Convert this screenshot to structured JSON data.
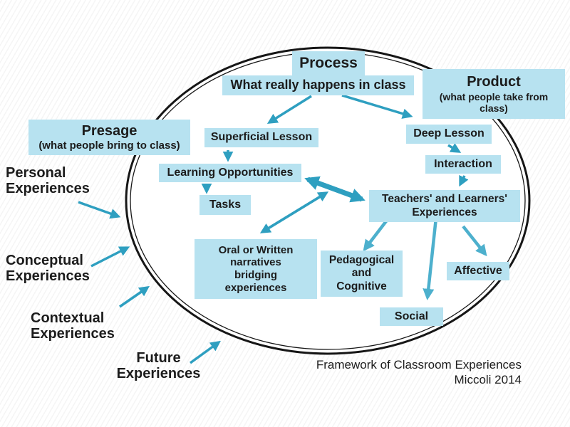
{
  "nodes": {
    "process": {
      "label": "Process"
    },
    "what_happens": {
      "label": "What really happens in class"
    },
    "product": {
      "title": "Product",
      "subtitle": "(what people take from\nclass)"
    },
    "presage": {
      "title": "Presage",
      "subtitle": "(what people bring to class)"
    },
    "superficial": {
      "label": "Superficial Lesson"
    },
    "deep": {
      "label": "Deep Lesson"
    },
    "learning_opportunities": {
      "label": "Learning Opportunities"
    },
    "interaction": {
      "label": "Interaction"
    },
    "tasks": {
      "label": "Tasks"
    },
    "teachers_learners": {
      "label": "Teachers' and Learners'\nExperiences"
    },
    "narratives": {
      "label": "Oral or Written\nnarratives\nbridging\nexperiences"
    },
    "pedagogical": {
      "label": "Pedagogical\nand\nCognitive"
    },
    "affective": {
      "label": "Affective"
    },
    "social": {
      "label": "Social"
    }
  },
  "outside_labels": {
    "personal": "Personal\nExperiences",
    "conceptual": "Conceptual\nExperiences",
    "contextual": "Contextual\nExperiences",
    "future": "Future\nExperiences"
  },
  "caption": {
    "text": "Framework of Classroom Experiences\nMiccoli 2014"
  },
  "colors": {
    "box_fill": "#b7e2f0",
    "arrow_teal": "#2e9fc0",
    "arrow_light": "#4db0cd",
    "ellipse_stroke": "#161616",
    "text": "#1c1c1c"
  }
}
